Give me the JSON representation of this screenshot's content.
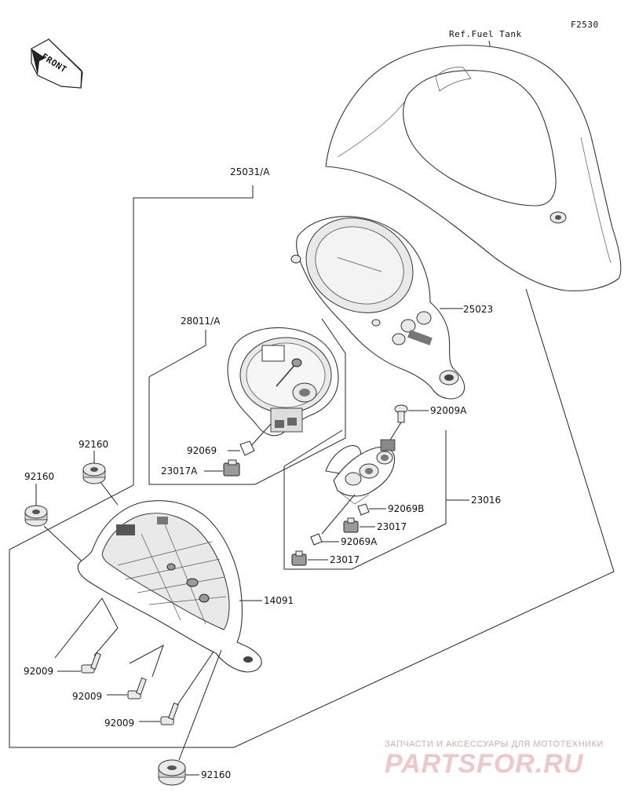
{
  "figure_code": "F2530",
  "front_label": "FRONT",
  "ref_label": "Ref.Fuel Tank",
  "labels": {
    "assy_25031A": "25031/A",
    "assy_28011A": "28011/A",
    "p25023": "25023",
    "p92009A": "92009A",
    "p23016": "23016",
    "p92069B": "92069B",
    "p23017_a": "23017",
    "p92069A": "92069A",
    "p23017_b": "23017",
    "p92069": "92069",
    "p23017A": "23017A",
    "p92160_a": "92160",
    "p92160_b": "92160",
    "p14091": "14091",
    "p92009_a": "92009",
    "p92009_b": "92009",
    "p92009_c": "92009",
    "p92160_c": "92160"
  },
  "watermark": {
    "line1": "ЗАПЧАСТИ И АКСЕССУАРЫ ДЛЯ МОТОТЕХНИКИ",
    "line2": "PARTSFOR.RU"
  }
}
